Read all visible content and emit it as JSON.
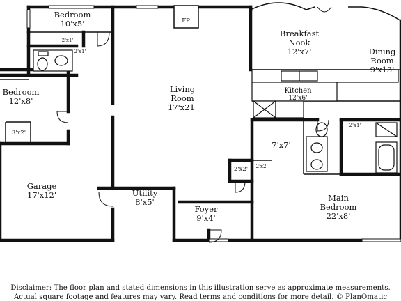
{
  "rooms": {
    "bedroom_top": {
      "name": "Bedroom",
      "size": "10'x5'"
    },
    "bedroom_left": {
      "name": "Bedroom",
      "size": "12'x8'"
    },
    "living": {
      "name": "Living",
      "name2": "Room",
      "size": "17'x21'"
    },
    "breakfast": {
      "name": "Breakfast",
      "name2": "Nook",
      "size": "12'x7'"
    },
    "dining": {
      "name": "Dining",
      "name2": "Room",
      "size": "9'x13'"
    },
    "kitchen": {
      "name": "Kitchen",
      "size": "12'x6'"
    },
    "garage": {
      "name": "Garage",
      "size": "17'x12'"
    },
    "utility": {
      "name": "Utility",
      "size": "8'x5'"
    },
    "foyer": {
      "name": "Foyer",
      "size": "9'x4'"
    },
    "main_bedroom": {
      "name": "Main",
      "name2": "Bedroom",
      "size": "22'x8'"
    },
    "room_7x7": {
      "size": "7'x7'"
    }
  },
  "closets": {
    "c1": "2'x1'",
    "c2": "2'x1'",
    "c3": "3'x2'",
    "c4": "2'x2'",
    "c5": "2'x2'",
    "c6": "2'x1'"
  },
  "fireplace": "FP",
  "disclaimer": {
    "line1": "Disclaimer: The floor plan and stated dimensions in this illustration serve as approximate measurements.",
    "line2": "Actual square footage and features may vary. Read terms and conditions for more detail. © PlanOmatic"
  }
}
